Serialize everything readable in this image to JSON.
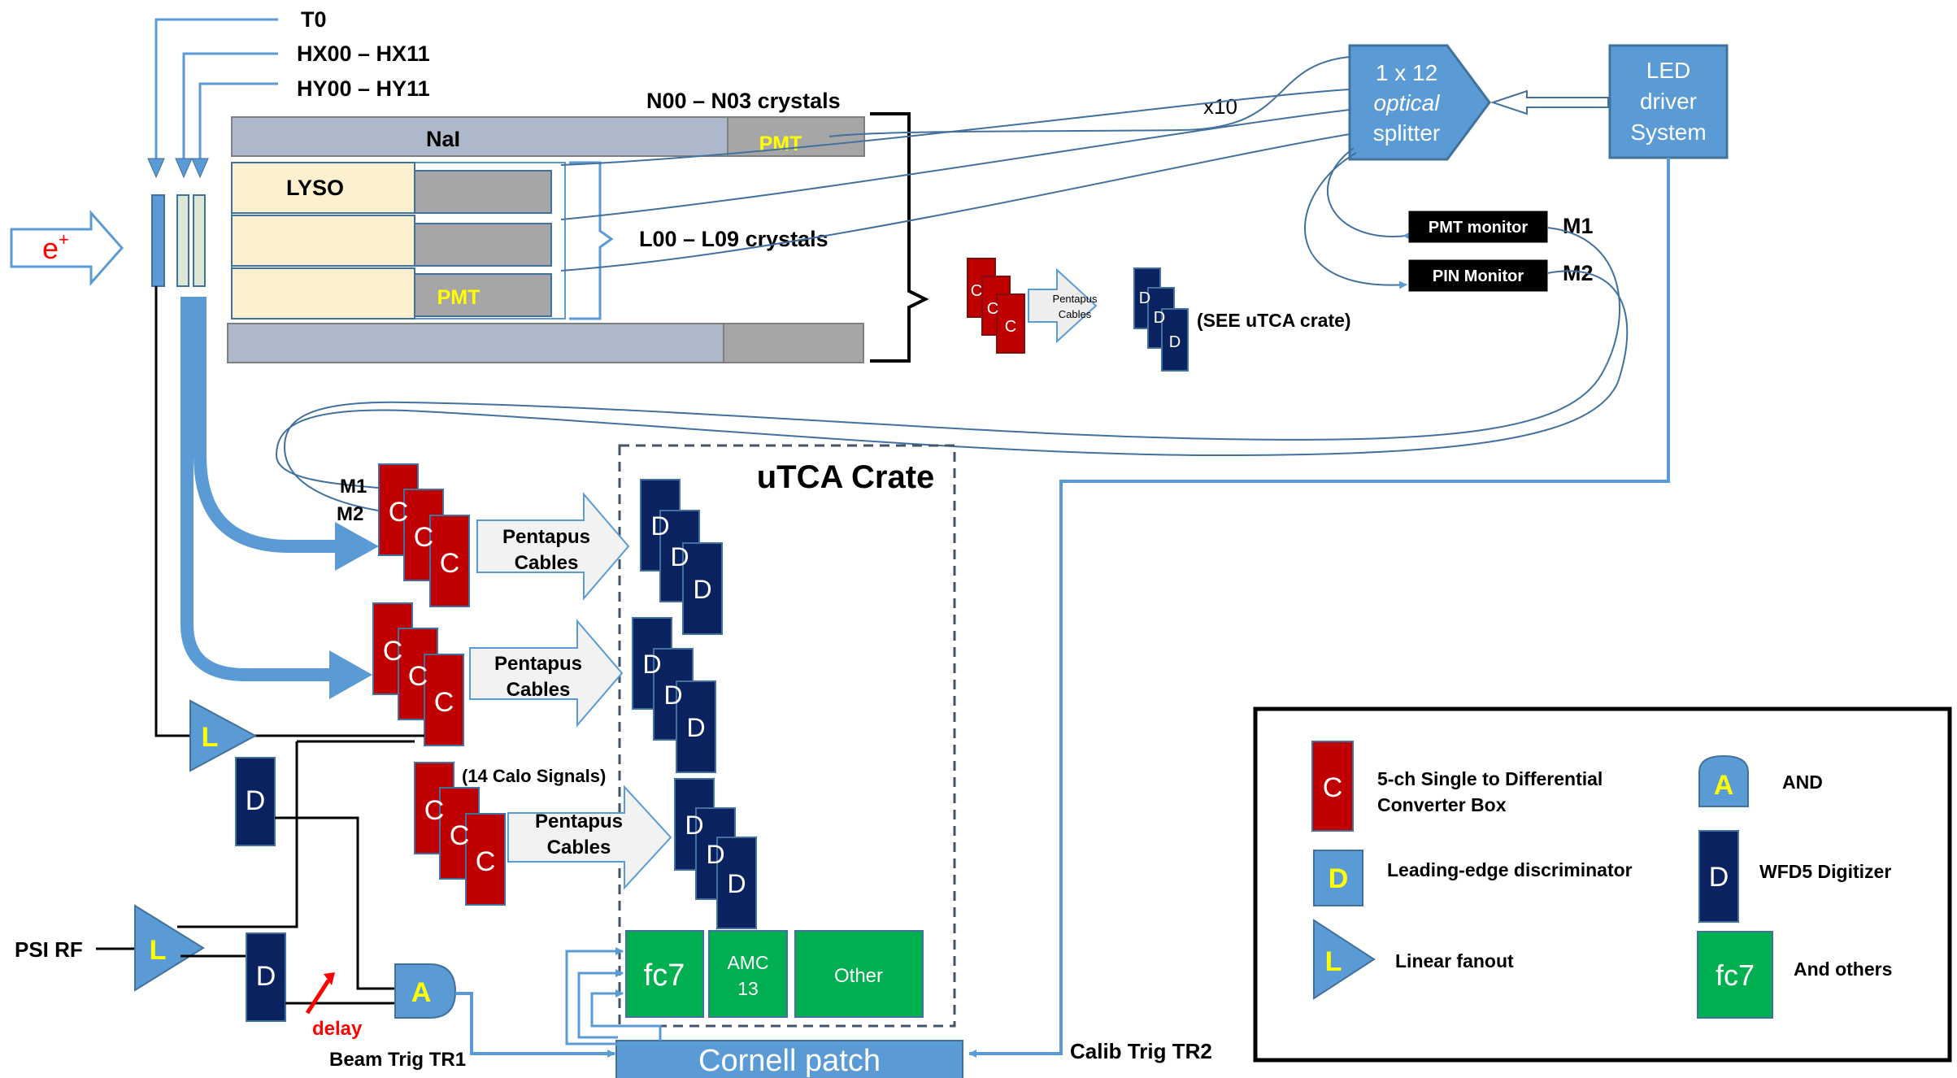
{
  "beam": {
    "t0": "T0",
    "hx": "HX00 – HX11",
    "hy": "HY00 – HY11",
    "positron": "e",
    "positron_sup": "+"
  },
  "detector": {
    "nai": "NaI",
    "nai_crystals": "N00 – N03 crystals",
    "lyso": "LYSO",
    "lyso_crystals": "L00 – L09 crystals",
    "pmt": "PMT"
  },
  "led": {
    "splitter_l1": "1 x 12",
    "splitter_l2": "optical",
    "splitter_l3": "splitter",
    "driver_l1": "LED",
    "driver_l2": "driver",
    "driver_l3": "System",
    "x10": "x10",
    "pmt_monitor": "PMT monitor",
    "pin_monitor": "PIN Monitor",
    "m1": "M1",
    "m2": "M2"
  },
  "letters": {
    "c": "C",
    "d": "D",
    "l": "L",
    "a": "A"
  },
  "cables": {
    "pentapus_l1": "Pentapus",
    "pentapus_l2": "Cables",
    "see_utca": "(SEE uTCA crate)",
    "calo_signals": "(14 Calo Signals)"
  },
  "crate": {
    "title": "uTCA Crate",
    "fc7": "fc7",
    "amc_l1": "AMC",
    "amc_l2": "13",
    "other": "Other",
    "cornell": "Cornell patch"
  },
  "trigger": {
    "psi_rf": "PSI RF",
    "delay": "delay",
    "beam_trig": "Beam Trig TR1",
    "calib_trig": "Calib Trig TR2"
  },
  "legend": {
    "c_l1": "5-ch Single to Differential",
    "c_l2": "Converter Box",
    "a": "AND",
    "d_disc": "Leading-edge discriminator",
    "d_wfd": "WFD5 Digitizer",
    "l": "Linear fanout",
    "fc7": "fc7",
    "others": "And others"
  },
  "colors": {
    "blue": "#5b9bd5",
    "blue_dark": "#41719c",
    "navy": "#0b2260",
    "red": "#c00000",
    "green": "#00b050",
    "gray_bar": "#adb9ca",
    "gray_pmt": "#a6a6a6",
    "lyso": "#fdf0cf",
    "yellow": "#ffff00"
  }
}
